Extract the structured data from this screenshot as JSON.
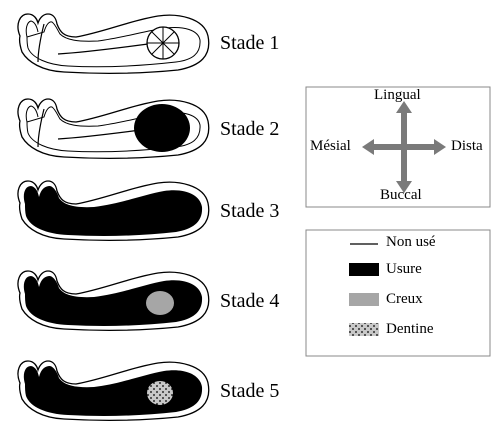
{
  "stages": [
    {
      "label": "Stade 1",
      "state": "non usé, couronne avec repère radial"
    },
    {
      "label": "Stade 2",
      "state": "usure distale"
    },
    {
      "label": "Stade 3",
      "state": "usure complète"
    },
    {
      "label": "Stade 4",
      "state": "usure avec creux"
    },
    {
      "label": "Stade 5",
      "state": "usure avec dentine"
    }
  ],
  "orientation": {
    "top": "Lingual",
    "left": "Mésial",
    "right": "Dista",
    "bottom": "Buccal"
  },
  "legend": {
    "unworn": "Non usé",
    "wear": "Usure",
    "hollow": "Creux",
    "dentine": "Dentine"
  },
  "colors": {
    "wear": "#000000",
    "hollow": "#a6a6a6",
    "dentine_fill": "#c8c8c8",
    "arrows": "#7a7a7a",
    "outline": "#000000"
  },
  "icons": {
    "orientation": "compass-cross-arrows-icon",
    "unworn": "line-swatch-icon",
    "wear": "black-swatch-icon",
    "hollow": "gray-swatch-icon",
    "dentine": "dotted-swatch-icon"
  }
}
